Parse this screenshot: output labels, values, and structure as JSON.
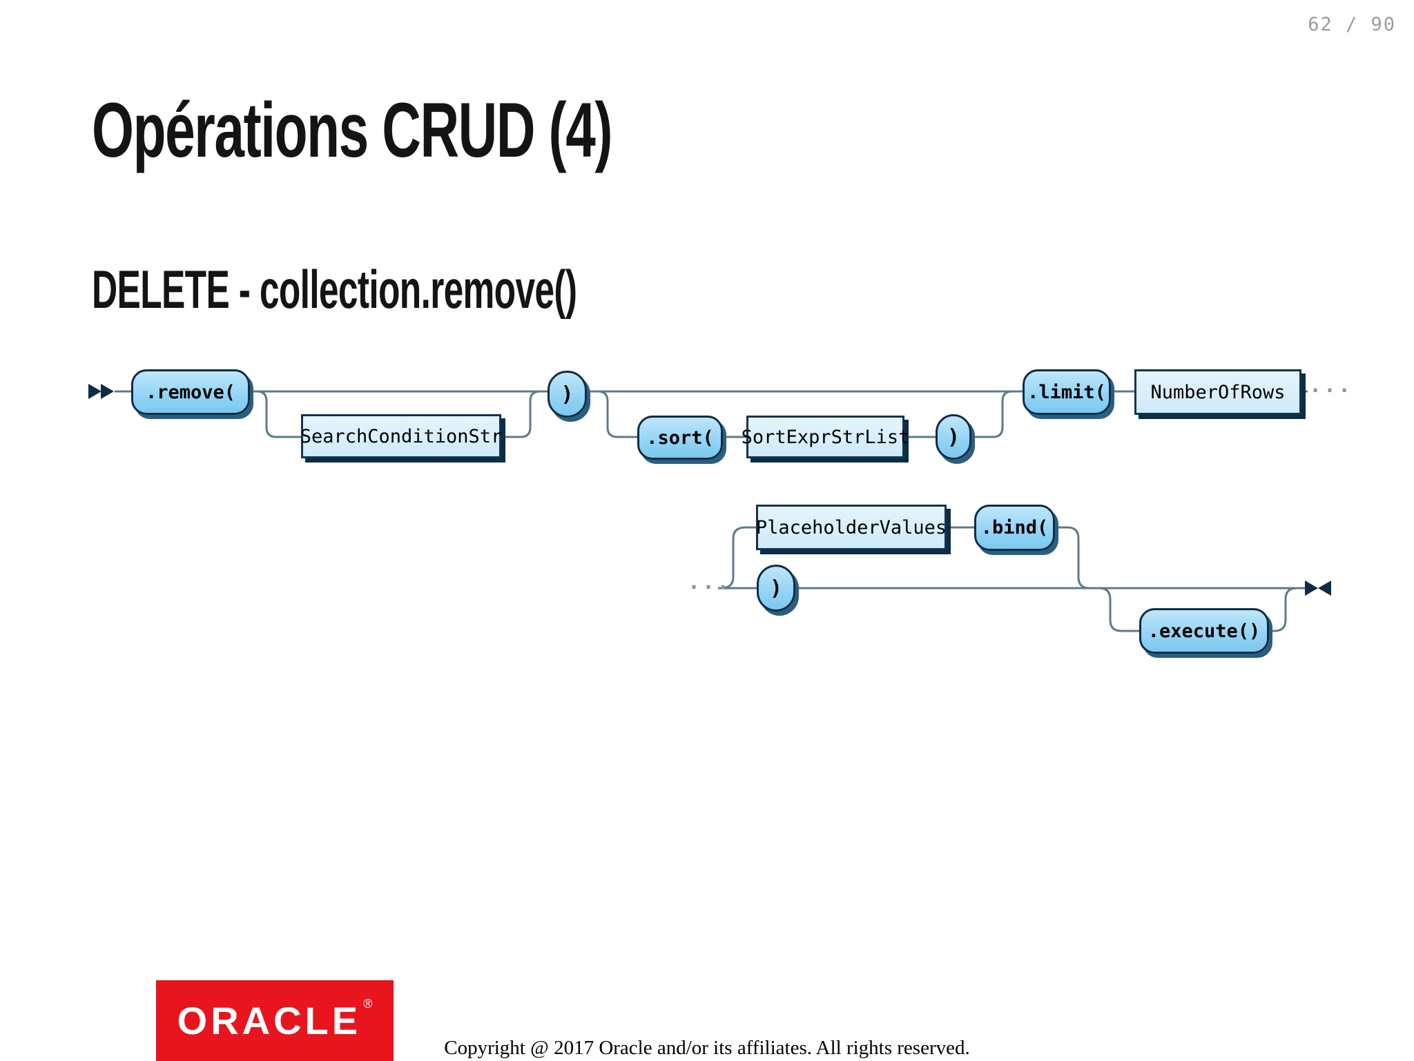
{
  "page": {
    "number": "62 / 90"
  },
  "slide": {
    "title": "Opérations CRUD (4)",
    "subtitle": "DELETE - collection.remove()"
  },
  "diagram": {
    "row1": {
      "remove": ".remove(",
      "search_condition": "SearchConditionStr",
      "close_paren_1": ")",
      "sort": ".sort(",
      "sort_expr_list": "SortExprStrList",
      "close_paren_2": ")",
      "limit": ".limit(",
      "number_of_rows": "NumberOfRows",
      "continuation_out": "···"
    },
    "row2": {
      "continuation_in": "···",
      "close_paren_3": ")",
      "placeholder_values": "PlaceholderValues",
      "bind": ".bind(",
      "execute": ".execute()"
    }
  },
  "footer": {
    "logo_text": "ORACLE",
    "logo_registered": "®",
    "copyright": "Copyright @ 2017 Oracle and/or its affiliates. All rights reserved."
  },
  "colors": {
    "accent_red": "#e8141e",
    "terminal_node_fill": "#8ed2f4",
    "box_node_fill": "#d5edfb",
    "node_border": "#0d2c45",
    "connector": "#5d7a8a",
    "page_number_gray": "#9b9b9b"
  }
}
